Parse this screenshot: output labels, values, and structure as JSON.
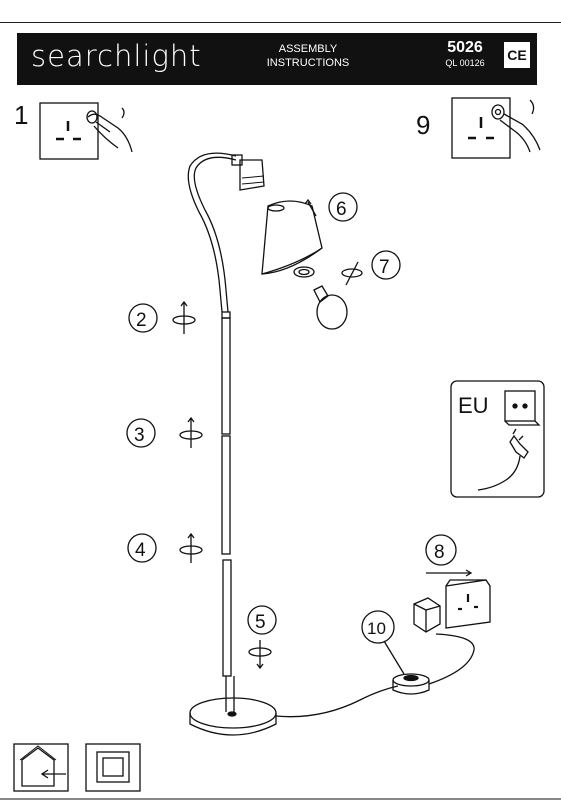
{
  "header": {
    "brand": "searchlight",
    "assembly_line1": "ASSEMBLY",
    "assembly_line2": "INSTRUCTIONS",
    "model": "5026",
    "ql_code": "QL 00126",
    "ce_mark": "CE"
  },
  "steps": {
    "s1": "1",
    "s2": "2",
    "s3": "3",
    "s4": "4",
    "s5": "5",
    "s6": "6",
    "s7": "7",
    "s8": "8",
    "s9": "9",
    "s10": "10"
  },
  "eu_box": {
    "label": "EU"
  },
  "icons": {
    "socket": "socket-icon",
    "hand": "hand-icon",
    "rotate": "rotate-arrow-icon",
    "indoor": "indoor-use-icon",
    "double_insulation": "double-insulation-icon",
    "ce": "ce-mark-icon"
  }
}
